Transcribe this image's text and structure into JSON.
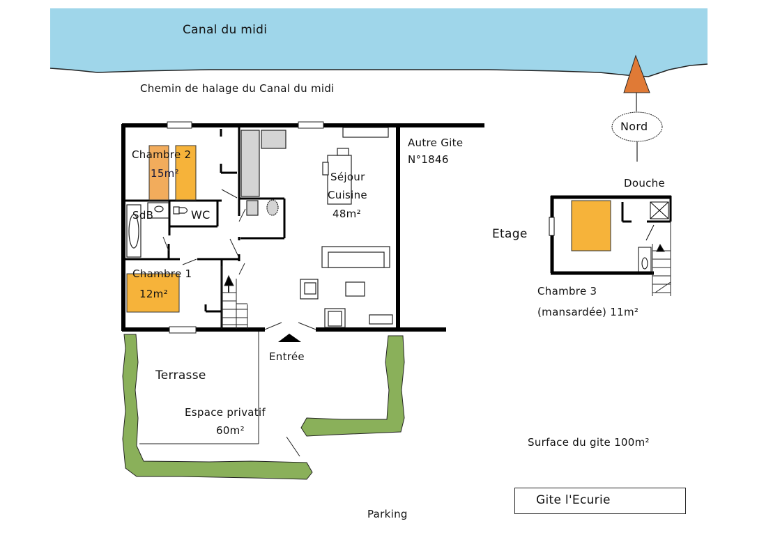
{
  "title": "Gite l'Ecurie",
  "colors": {
    "water": "#9fd6ea",
    "bed": "#f6b33a",
    "hedge": "#8ab05a",
    "north_arrow": "#e07a36",
    "furniture": "#d4d4d4",
    "wall": "#000000"
  },
  "labels": {
    "canal": "Canal du midi",
    "towpath": "Chemin de halage du Canal du midi",
    "north": "Nord",
    "other_gite_1": "Autre Gite",
    "other_gite_2": "N°1846",
    "chambre2_name": "Chambre 2",
    "chambre2_area": "15m²",
    "sdb": "SdB",
    "wc": "WC",
    "chambre1_name": "Chambre 1",
    "chambre1_area": "12m²",
    "sejour_1": "Séjour",
    "sejour_2": "Cuisine",
    "sejour_area": "48m²",
    "douche": "Douche",
    "etage": "Etage",
    "chambre3_name": "Chambre 3",
    "chambre3_area": "(mansardée) 11m²",
    "entree": "Entrée",
    "terrasse": "Terrasse",
    "espace_1": "Espace privatif",
    "espace_2": "60m²",
    "surface": "Surface du gite 100m²",
    "parking": "Parking",
    "gite_name": "Gite l'Ecurie"
  }
}
